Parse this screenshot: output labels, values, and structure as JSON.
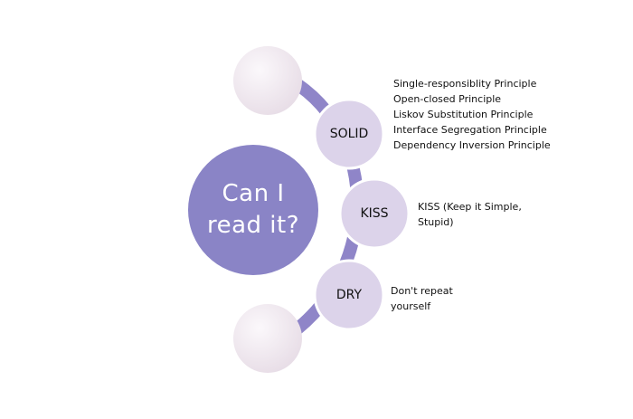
{
  "center": {
    "text": "Can I\nread it?"
  },
  "nodes": [
    {
      "label": "SOLID",
      "description": [
        "Single-responsiblity Principle",
        "Open-closed Principle",
        "Liskov Substitution Principle",
        "Interface Segregation Principle",
        "Dependency Inversion Principle"
      ]
    },
    {
      "label": "KISS",
      "description": [
        "KISS (Keep it Simple,",
        "Stupid)"
      ]
    },
    {
      "label": "DRY",
      "description": [
        "Don't repeat",
        "yourself"
      ]
    }
  ],
  "colors": {
    "center_fill": "#8a84c6",
    "arc_stroke": "#8f85c8",
    "node_fill": "#dcd3ea",
    "node_stroke": "#ffffff",
    "ghost_start": "#f8f3f7",
    "ghost_end": "#e8dde6"
  }
}
